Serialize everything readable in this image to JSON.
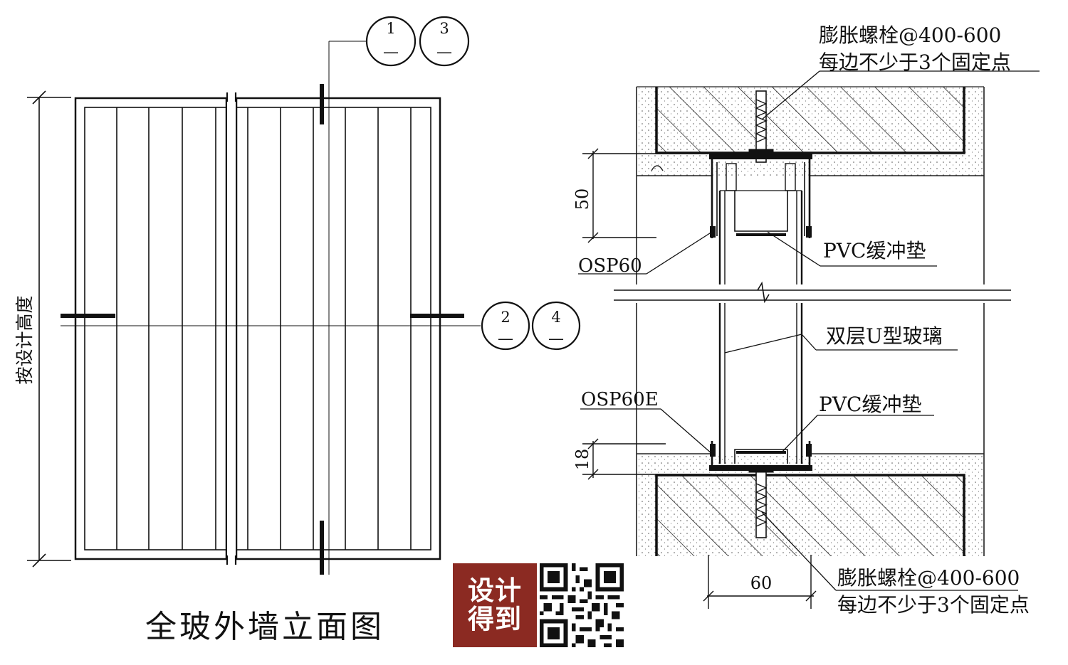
{
  "elevation": {
    "title": "全玻外墙立面图",
    "height_label": "按设计高度",
    "callouts_top": [
      {
        "num": "1",
        "sub": "—"
      },
      {
        "num": "3",
        "sub": "—"
      }
    ],
    "callouts_mid": [
      {
        "num": "2",
        "sub": "—"
      },
      {
        "num": "4",
        "sub": "—"
      }
    ]
  },
  "section": {
    "bolt_top_line1": "膨胀螺栓@400-600",
    "bolt_top_line2": "每边不少于3个固定点",
    "dim_top": "50",
    "osp_top": "OSP60",
    "pvc_top": "PVC缓冲垫",
    "glass": "双层U型玻璃",
    "osp_bottom": "OSP60E",
    "pvc_bottom": "PVC缓冲垫",
    "dim_bottom": "18",
    "dim_width": "60",
    "bolt_bottom_line1": "膨胀螺栓@400-600",
    "bolt_bottom_line2": "每边不少于3个固定点"
  },
  "logo": {
    "line1": "设计",
    "line2": "得到"
  },
  "colors": {
    "ink": "#111111",
    "logo_bg": "#8b2a22"
  }
}
